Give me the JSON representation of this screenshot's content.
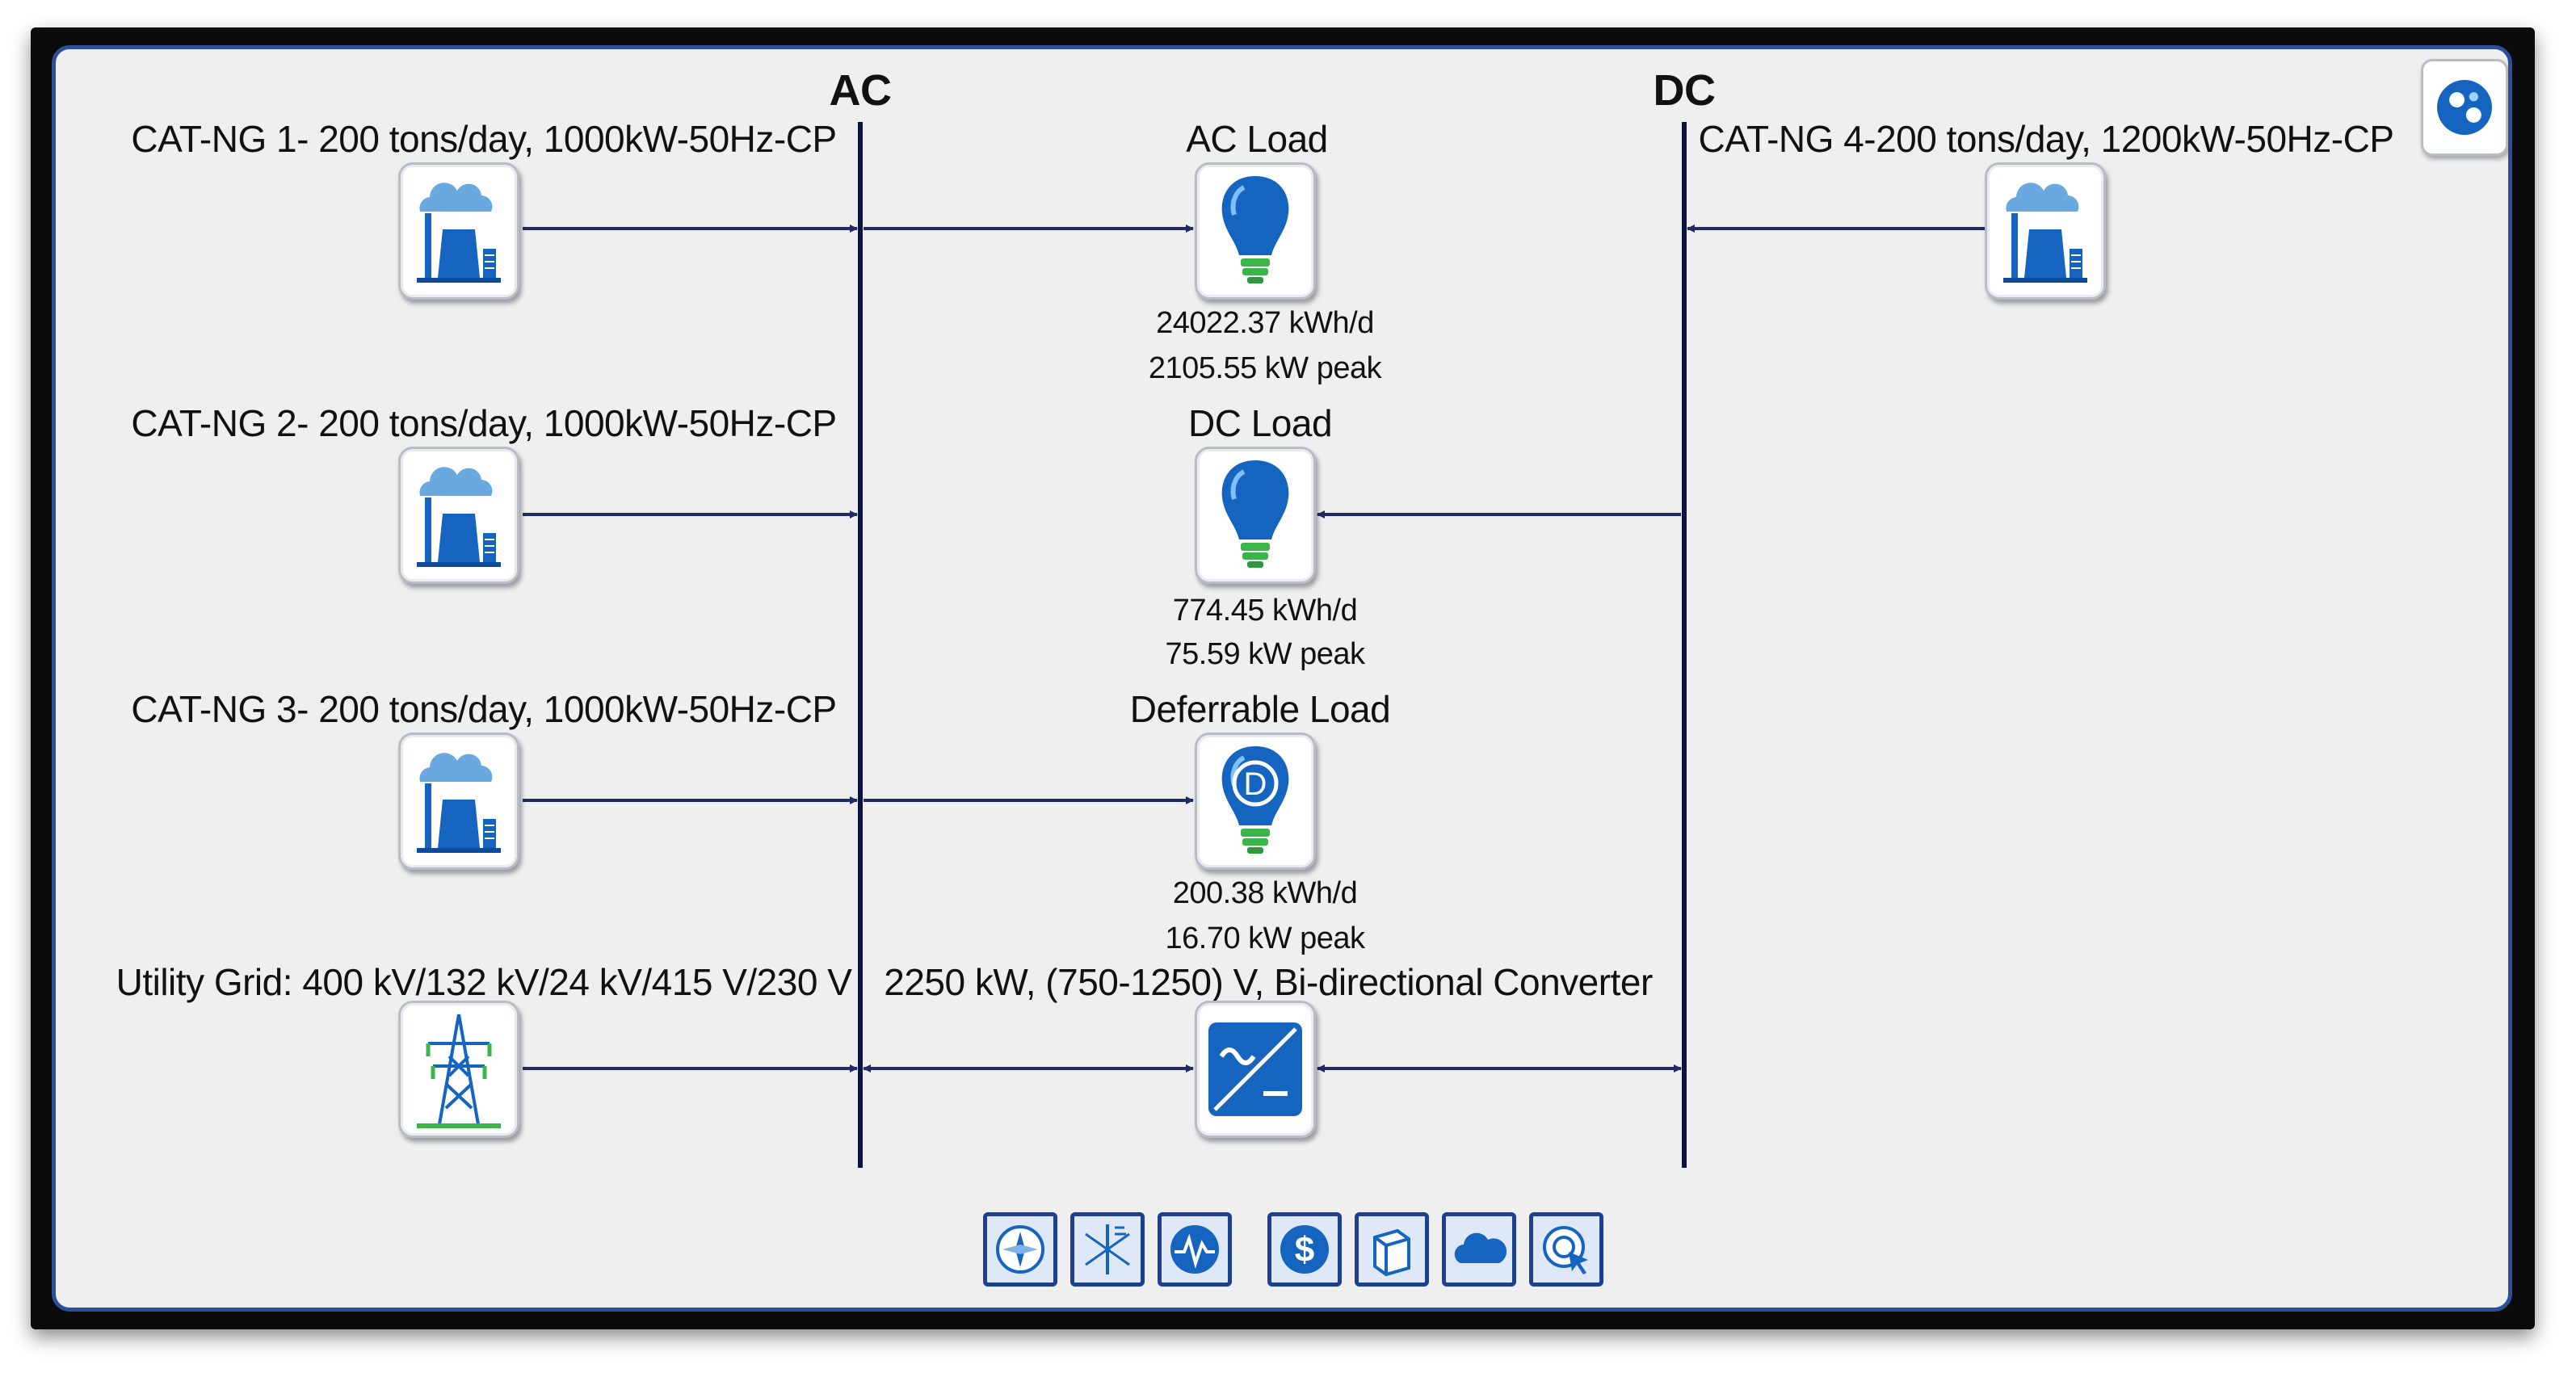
{
  "buses": {
    "ac_label": "AC",
    "dc_label": "DC"
  },
  "components": {
    "gen1": {
      "label": "CAT-NG 1- 200 tons/day, 1000kW-50Hz-CP",
      "icon": "power-plant-icon"
    },
    "gen2": {
      "label": "CAT-NG 2- 200 tons/day, 1000kW-50Hz-CP",
      "icon": "power-plant-icon"
    },
    "gen3": {
      "label": "CAT-NG 3- 200 tons/day, 1000kW-50Hz-CP",
      "icon": "power-plant-icon"
    },
    "gen4": {
      "label": "CAT-NG 4-200 tons/day, 1200kW-50Hz-CP",
      "icon": "power-plant-icon"
    },
    "grid": {
      "label": "Utility Grid: 400 kV/132 kV/24 kV/415 V/230 V",
      "icon": "transmission-tower-icon"
    },
    "ac_load": {
      "label": "AC Load",
      "energy": "24022.37 kWh/d",
      "peak": "2105.55 kW peak",
      "icon": "light-bulb-icon"
    },
    "dc_load": {
      "label": "DC Load",
      "energy": "774.45 kWh/d",
      "peak": "75.59 kW peak",
      "icon": "light-bulb-icon"
    },
    "deferrable_load": {
      "label": "Deferrable Load",
      "energy": "200.38 kWh/d",
      "peak": "16.70 kW peak",
      "icon": "deferrable-bulb-icon",
      "glyph": "D"
    },
    "converter": {
      "label": "2250 kW, (750-1250) V, Bi-directional Converter",
      "icon": "converter-icon"
    }
  },
  "toolbar": [
    {
      "name": "compass-icon"
    },
    {
      "name": "wind-resource-icon"
    },
    {
      "name": "waveform-icon"
    },
    {
      "name": "dollar-icon"
    },
    {
      "name": "cube-icon"
    },
    {
      "name": "cloud-icon"
    },
    {
      "name": "cursor-target-icon"
    }
  ],
  "corner_button": {
    "name": "homer-logo-icon"
  },
  "colors": {
    "bus_line": "#0d1440",
    "wire": "#1f2a66",
    "panel_border": "#2c4f9a",
    "icon_blue": "#1565c0",
    "bulb_base": "#39b54a"
  }
}
